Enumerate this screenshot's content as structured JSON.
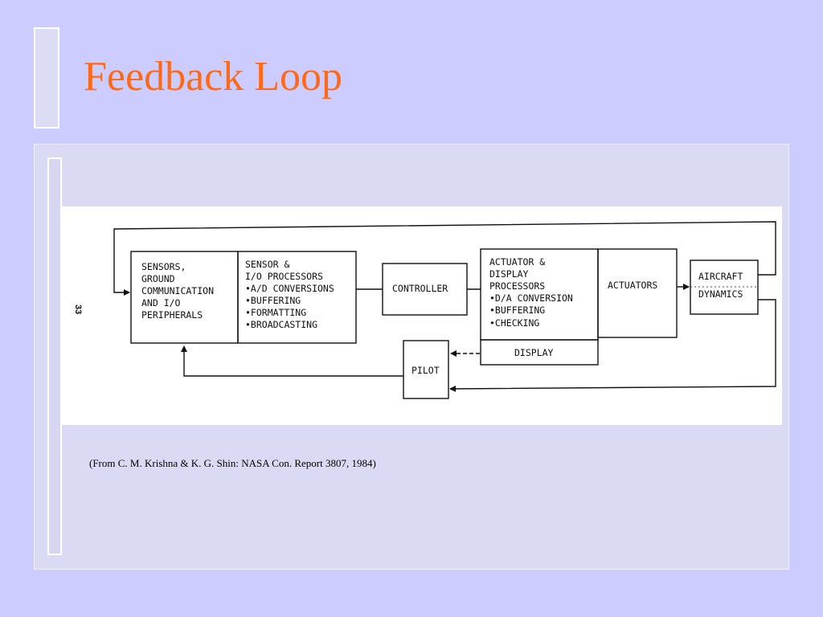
{
  "slide": {
    "title": "Feedback Loop",
    "caption": "(From C. M. Krishna & K. G. Shin: NASA Con. Report 3807, 1984)"
  },
  "diagram": {
    "page_number": "33",
    "sensors": {
      "lines": [
        "SENSORS,",
        "GROUND",
        "COMMUNICATION",
        "AND I/O",
        "PERIPHERALS"
      ]
    },
    "sensor_io": {
      "lines": [
        "SENSOR &",
        "I/O PROCESSORS",
        "•A/D CONVERSIONS",
        "•BUFFERING",
        "•FORMATTING",
        "•BROADCASTING"
      ]
    },
    "controller": {
      "label": "CONTROLLER"
    },
    "actuator_display": {
      "lines": [
        "ACTUATOR &",
        "DISPLAY",
        "PROCESSORS",
        "•D/A CONVERSION",
        "•BUFFERING",
        "•CHECKING"
      ]
    },
    "actuators": {
      "label": "ACTUATORS"
    },
    "display": {
      "label": "DISPLAY"
    },
    "aircraft": {
      "lines": [
        "AIRCRAFT",
        "DYNAMICS"
      ]
    },
    "pilot": {
      "label": "PILOT"
    }
  }
}
